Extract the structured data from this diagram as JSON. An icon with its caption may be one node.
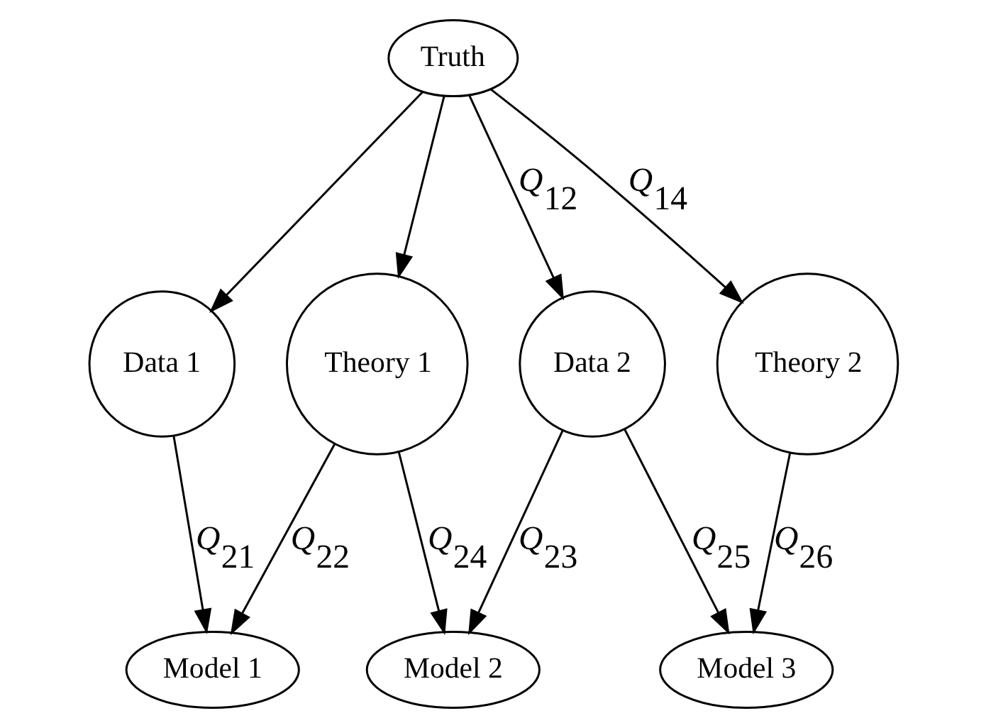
{
  "diagram": {
    "nodes": [
      {
        "text": [
          "Truth"
        ]
      },
      {
        "text": [
          "Data 1"
        ]
      },
      {
        "text": [
          "Data 2"
        ]
      },
      {
        "text": [
          "Theory 1"
        ]
      },
      {
        "text": [
          "Theory 2"
        ]
      },
      {
        "text": [
          "Model 1"
        ]
      },
      {
        "text": [
          "Model 2"
        ]
      },
      {
        "text": [
          "Model 3"
        ]
      }
    ],
    "edges": [
      {
        "from": 0,
        "to": 1,
        "arrow": "to"
      },
      {
        "from": 0,
        "to": 2,
        "arrow": "to",
        "label": "*Q*$_{12}$"
      },
      {
        "from": 0,
        "to": 3,
        "arrow": "to"
      },
      {
        "from": 0,
        "to": 4,
        "arrow": "to",
        "label": "*Q*$_{14}$"
      },
      {
        "from": 1,
        "to": 5,
        "arrow": "to",
        "label": "*Q*$_{21}$"
      },
      {
        "from": 3,
        "to": 5,
        "arrow": "to",
        "label": "*Q*$_{22}$"
      },
      {
        "from": 2,
        "to": 6,
        "arrow": "to",
        "label": "*Q*$_{23}$"
      },
      {
        "from": 3,
        "to": 6,
        "arrow": "to",
        "label": "*Q*$_{24}$"
      },
      {
        "from": 2,
        "to": 7,
        "arrow": "to",
        "label": "*Q*$_{25}$"
      },
      {
        "from": 4,
        "to": 7,
        "arrow": "to",
        "label": "*Q*$_{26}$"
      }
    ]
  }
}
